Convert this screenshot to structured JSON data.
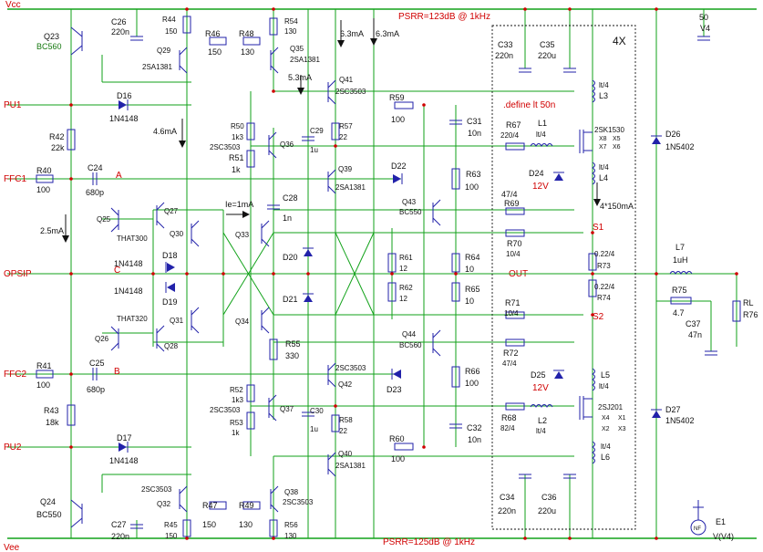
{
  "rails": {
    "vcc": "Vcc",
    "vee": "Vee"
  },
  "psrr": {
    "top": "PSRR=123dB @ 1kHz",
    "bottom": "PSRR=125dB @ 1kHz"
  },
  "ports": {
    "pu1": "PU1",
    "ffc1": "FFC1",
    "opsip": "OPSIP",
    "ffc2": "FFC2",
    "pu2": "PU2"
  },
  "out_label": "OUT",
  "nodes": {
    "a": "A",
    "c": "C",
    "b": "B",
    "s1": "S1",
    "s2": "S2"
  },
  "block": {
    "multiplier": "4X",
    "define": ".define lt 50n"
  },
  "currents": {
    "i1": "6.3mA",
    "i2": "6.3mA",
    "i3": "5.3mA",
    "i4": "4.6mA",
    "i5": "Ie=1mA",
    "i6": "2.5mA",
    "i7": "4*150mA"
  },
  "components": {
    "q23": "Q23",
    "q23m": "BC560",
    "c26": "C26",
    "c26v": "220n",
    "r44": "R44",
    "r44v": "150",
    "q29": "Q29",
    "q29m": "2SA1381",
    "r46": "R46",
    "r46v": "150",
    "r48": "R48",
    "r48v": "130",
    "r54": "R54",
    "r54v": "130",
    "q35": "Q35",
    "q35m": "2SA1381",
    "q41": "Q41",
    "q41m": "2SC3503",
    "d16": "D16",
    "d16m": "1N4148",
    "r42": "R42",
    "r42v": "22k",
    "r59": "R59",
    "r59v": "100",
    "c31": "C31",
    "c31v": "10n",
    "r50": "R50",
    "r50v": "1k3",
    "r51": "R51",
    "r51v": "1k",
    "q36m": "2SC3503",
    "q36": "Q36",
    "c29": "C29",
    "c29v": "1u",
    "r57": "R57",
    "r57v": "22",
    "r40": "R40",
    "r40v": "100",
    "c24": "C24",
    "c24v": "680p",
    "q39": "Q39",
    "q39m": "2SA1381",
    "d22": "D22",
    "r63": "R63",
    "r63v": "100",
    "q25": "Q25",
    "q25m": "THAT300",
    "q27": "Q27",
    "q30": "Q30",
    "c28": "C28",
    "c28v": "1n",
    "q33": "Q33",
    "q43": "Q43",
    "q43m": "BC550",
    "d18": "D18",
    "d18m": "1N4148",
    "d20": "D20",
    "r61": "R61",
    "r61v": "12",
    "r64": "R64",
    "r64v": "10",
    "d19": "D19",
    "d19m": "1N4148",
    "d21": "D21",
    "r62": "R62",
    "r62v": "12",
    "r65": "R65",
    "r65v": "10",
    "q26": "Q26",
    "q26m": "THAT320",
    "q31": "Q31",
    "q28": "Q28",
    "q34": "Q34",
    "r55": "R55",
    "r55v": "330",
    "q44": "Q44",
    "q44m": "BC560",
    "r41": "R41",
    "r41v": "100",
    "c25": "C25",
    "c25v": "680p",
    "q42": "Q42",
    "q42m": "2SC3503",
    "d23": "D23",
    "r66": "R66",
    "r66v": "100",
    "r43": "R43",
    "r43v": "18k",
    "r52": "R52",
    "r52v": "1k3",
    "r53": "R53",
    "r53v": "1k",
    "q37m": "2SC3503",
    "q37": "Q37",
    "c30": "C30",
    "c30v": "1u",
    "r58": "R58",
    "r58v": "22",
    "c32": "C32",
    "c32v": "10n",
    "d17": "D17",
    "d17m": "1N4148",
    "q40": "Q40",
    "q40m": "2SA1381",
    "r60": "R60",
    "r60v": "100",
    "q24": "Q24",
    "q24m": "BC550",
    "q32m": "2SC3503",
    "q32": "Q32",
    "r45": "R45",
    "r45v": "150",
    "r47": "R47",
    "r47v": "150",
    "r49": "R49",
    "r49v": "130",
    "q38": "Q38",
    "q38m": "2SC3503",
    "r56": "R56",
    "r56v": "130",
    "c27": "C27",
    "c27v": "220n",
    "c33": "C33",
    "c33v": "220n",
    "c35": "C35",
    "c35v": "220u",
    "l3": "L3",
    "l3v": "lt/4",
    "r67": "R67",
    "r67v": "220/4",
    "l1": "L1",
    "l1v": "lt/4",
    "q45m": "2SK1530",
    "x5": "X5",
    "x6": "X6",
    "x7": "X7",
    "x8": "X8",
    "d24": "D24",
    "d24v": "12V",
    "l4": "L4",
    "l4v": "lt/4",
    "r69": "R69",
    "r69v": "47/4",
    "r70": "R70",
    "r70v": "10/4",
    "r73": "R73",
    "r73v": "0.22/4",
    "r74": "R74",
    "r74v": "0.22/4",
    "r71": "R71",
    "r71v": "10/4",
    "r72": "R72",
    "r72v": "47/4",
    "d25": "D25",
    "d25v": "12V",
    "l5": "L5",
    "l5v": "lt/4",
    "r68": "R68",
    "r68v": "82/4",
    "l2": "L2",
    "l2v": "lt/4",
    "q46m": "2SJ201",
    "x1": "X1",
    "x2": "X2",
    "x3": "X3",
    "x4": "X4",
    "l6": "L6",
    "l6v": "lt/4",
    "c34": "C34",
    "c34v": "220n",
    "c36": "C36",
    "c36v": "220u",
    "v4": "50",
    "v4l": "V4",
    "d26": "D26",
    "d26m": "1N5402",
    "d27": "D27",
    "d27m": "1N5402",
    "l7": "L7",
    "l7v": "1uH",
    "r75": "R75",
    "r75v": "4.7",
    "c37": "C37",
    "c37v": "47n",
    "rl": "RL",
    "r76": "R76",
    "e1": "E1",
    "e1v": "V(V4)",
    "nf": "NF"
  }
}
